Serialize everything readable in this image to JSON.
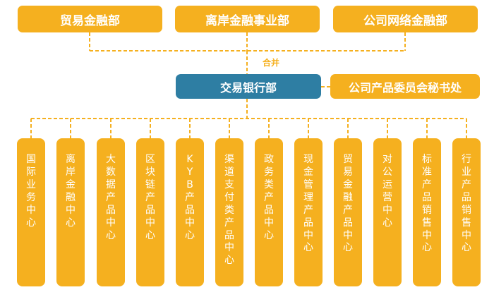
{
  "top_departments": [
    {
      "label": "贸易金融部"
    },
    {
      "label": "离岸金融事业部"
    },
    {
      "label": "公司网络金融部"
    }
  ],
  "merge_label": "合并",
  "main_department": {
    "label": "交易银行部"
  },
  "side_office": {
    "label": "公司产品委员会秘书处"
  },
  "centers": [
    {
      "label": "国际业务中心"
    },
    {
      "label": "离岸金融中心"
    },
    {
      "label": "大数据产品中心"
    },
    {
      "label": "区块链产品中心"
    },
    {
      "label": "KYB产品中心"
    },
    {
      "label": "渠道支付类产品中心"
    },
    {
      "label": "政务类产品中心"
    },
    {
      "label": "现金管理产品中心"
    },
    {
      "label": "贸易金融产品中心"
    },
    {
      "label": "对公运营中心"
    },
    {
      "label": "标准产品销售中心"
    },
    {
      "label": "行业产品销售中心"
    }
  ],
  "colors": {
    "unit": "#F5B01F",
    "main": "#2E7EA3",
    "connector": "#F5B01F",
    "text": "#FFFFFF"
  }
}
